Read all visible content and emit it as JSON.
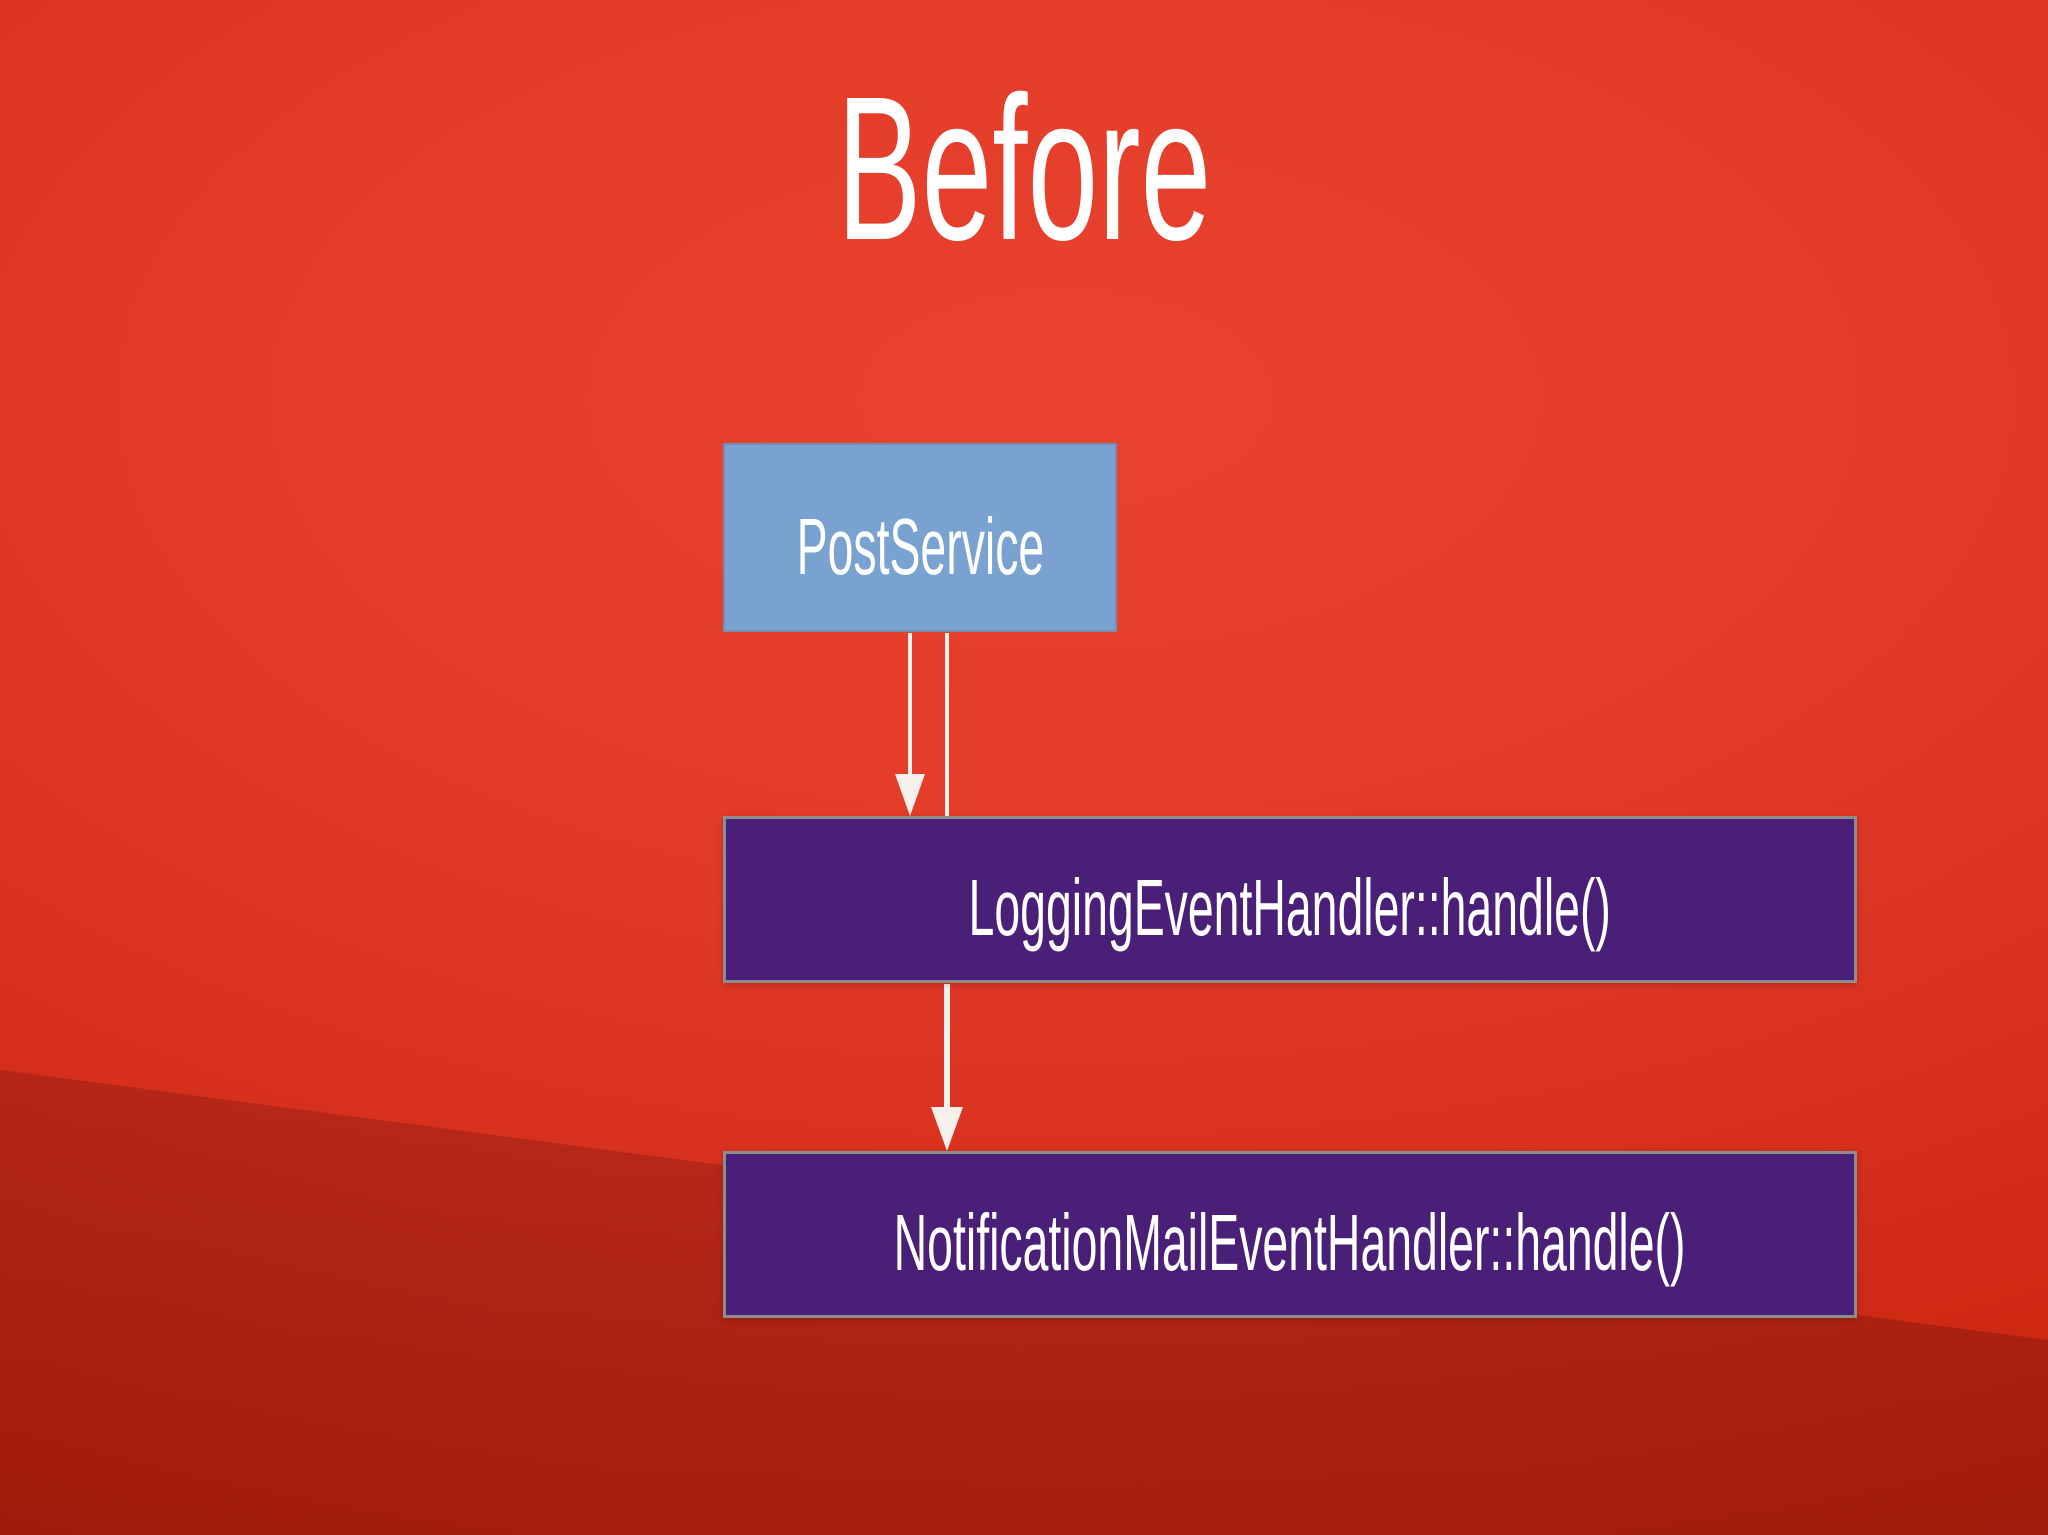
{
  "slide": {
    "title": "Before",
    "title_color": "#ffffff",
    "background": {
      "base_red": "#e33c29",
      "corner_red": "#b92009",
      "wedge_overlay": "rgba(70,8,0,0.2)"
    },
    "diagram": {
      "arrow_color": "#f6f0ed",
      "nodes": [
        {
          "id": "post-service",
          "label": "PostService",
          "fill": "#7aa2d1",
          "text_color": "#ffffff"
        },
        {
          "id": "logging-handler",
          "label": "LoggingEventHandler::handle()",
          "fill": "#4a1f78",
          "text_color": "#ffffff"
        },
        {
          "id": "notification-handler",
          "label": "NotificationMailEventHandler::handle()",
          "fill": "#4a1f78",
          "text_color": "#ffffff"
        }
      ],
      "edges": [
        {
          "from": "post-service",
          "to": "logging-handler",
          "style": "solid-arrow"
        },
        {
          "from": "post-service",
          "to": "notification-handler",
          "style": "solid-arrow-passing-behind-logging-handler"
        }
      ]
    }
  }
}
